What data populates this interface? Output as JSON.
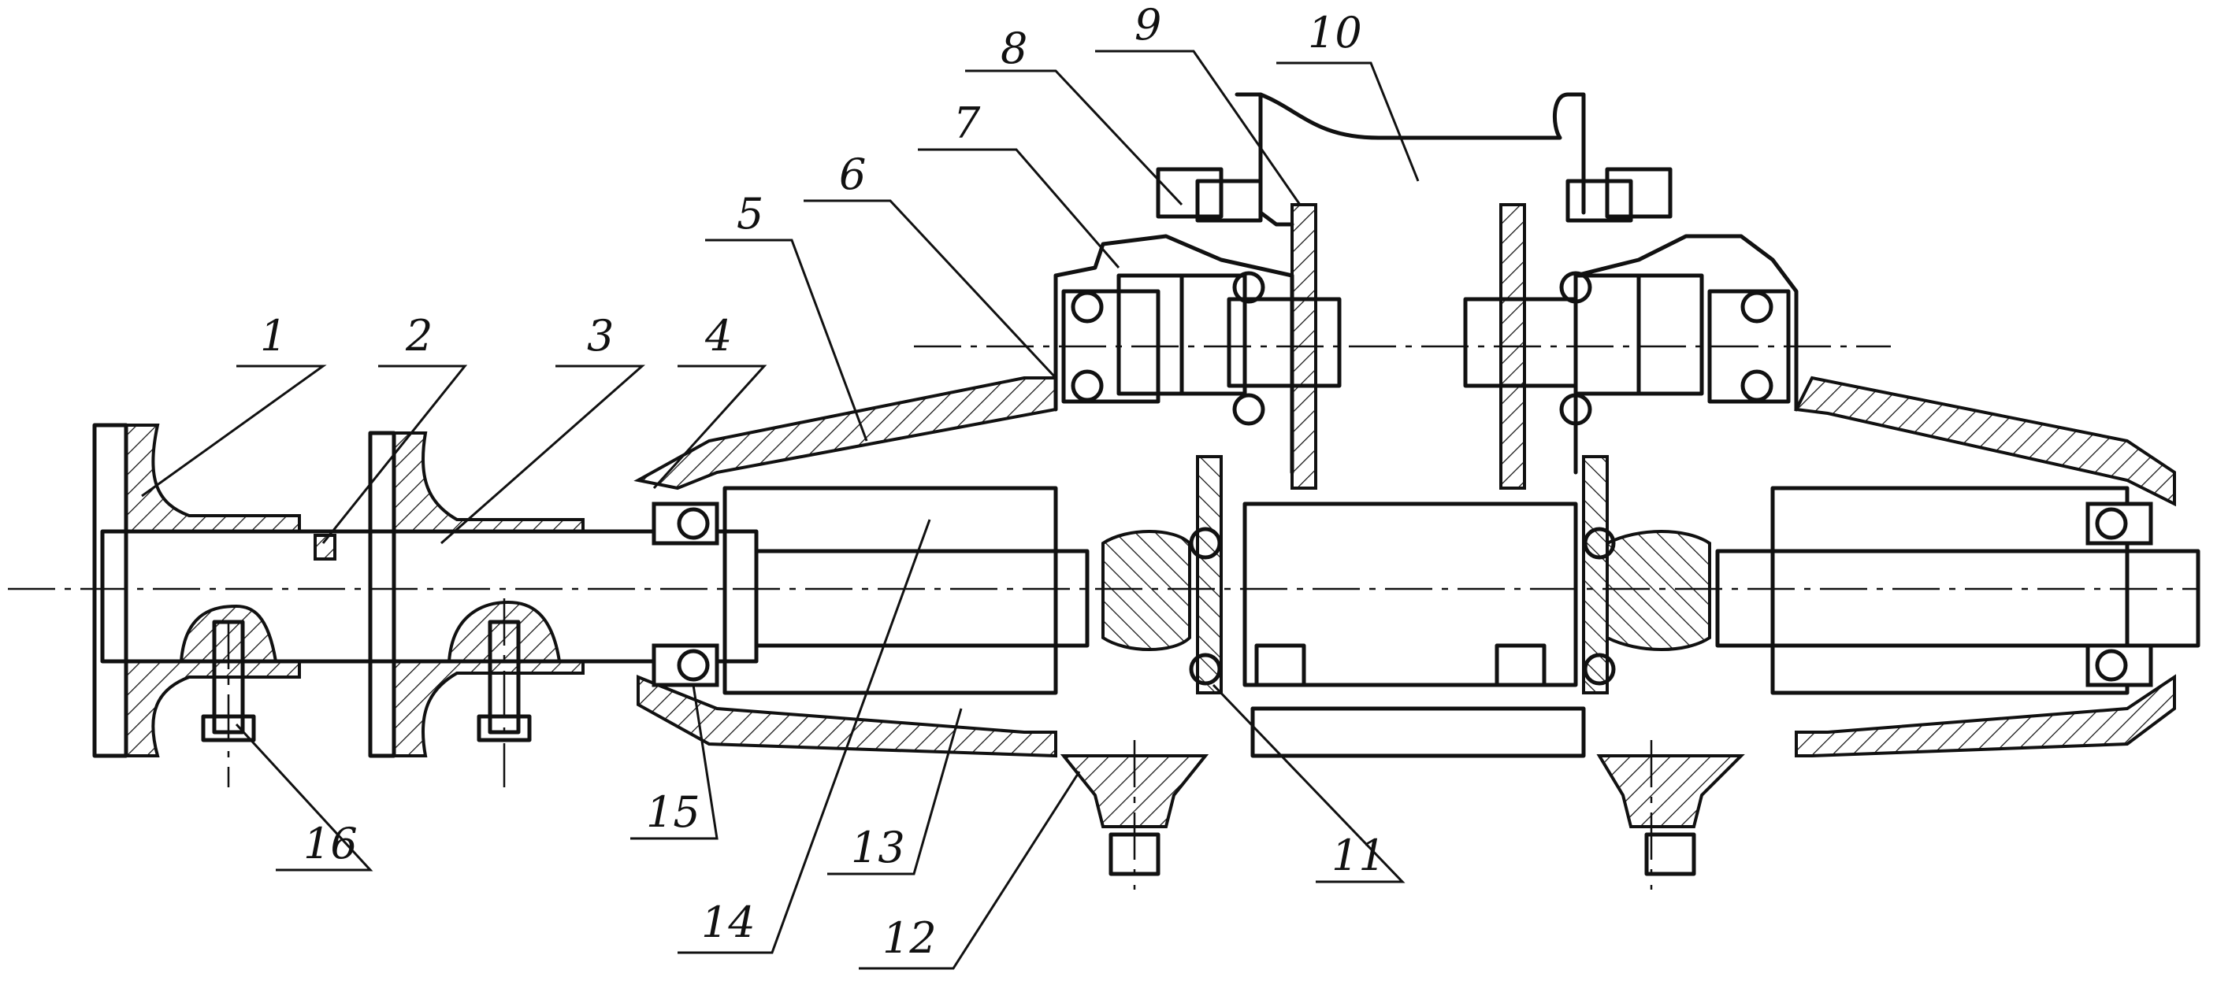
{
  "part_labels": [
    "1",
    "2",
    "3",
    "4",
    "5",
    "6",
    "7",
    "8",
    "9",
    "10",
    "11",
    "12",
    "13",
    "14",
    "15",
    "16"
  ],
  "colors": {
    "ink": "#111111",
    "paper": "#ffffff"
  }
}
